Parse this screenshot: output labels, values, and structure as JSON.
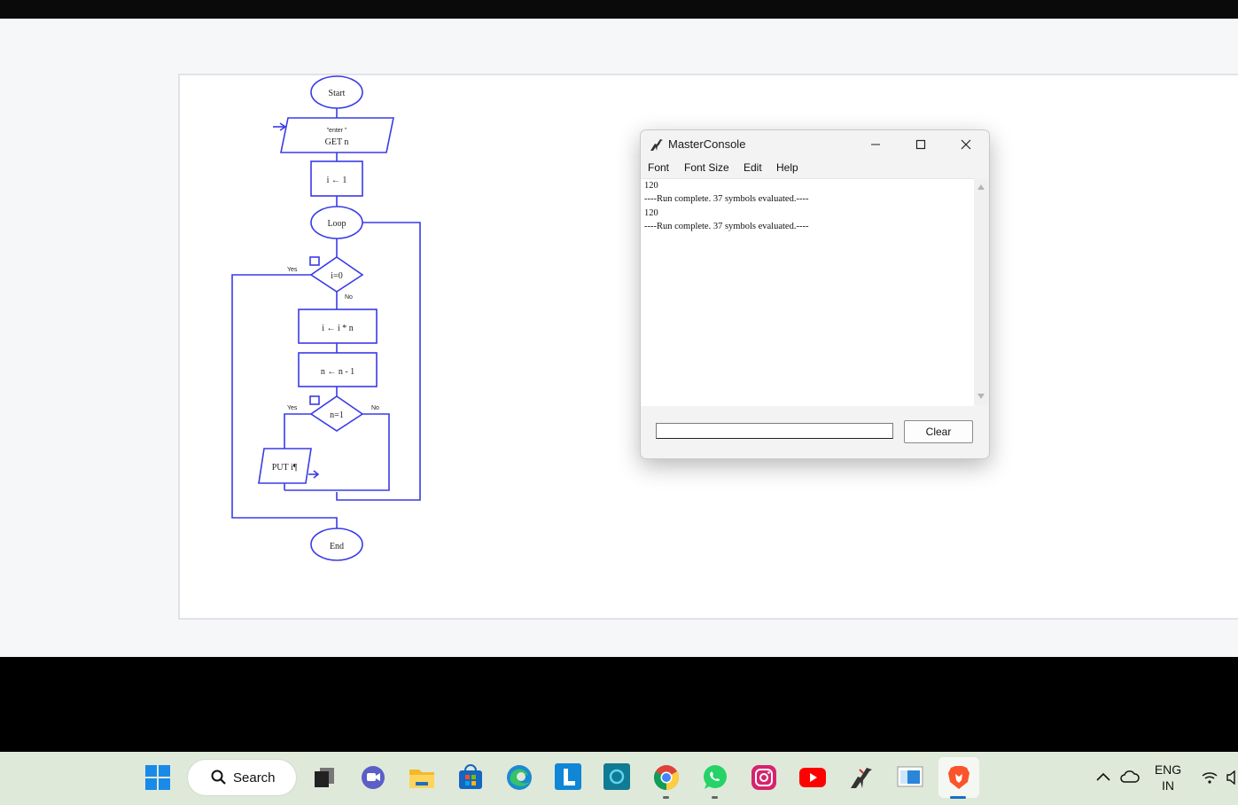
{
  "flowchart": {
    "start": "Start",
    "input_prompt": "\"enter \"",
    "input_get": "GET n",
    "init": "i ← 1",
    "loop": "Loop",
    "cond1": "i=0",
    "cond1_yes": "Yes",
    "cond1_no": "No",
    "assign1": "i ← i * n",
    "assign2": "n ← n - 1",
    "cond2": "n=1",
    "cond2_yes": "Yes",
    "cond2_no": "No",
    "output": "PUT i¶",
    "end": "End",
    "line_color": "#3a3ae8"
  },
  "console": {
    "title": "MasterConsole",
    "app_icon": "dinosaur-icon",
    "menu": [
      "Font",
      "Font Size",
      "Edit",
      "Help"
    ],
    "output_lines": [
      "120",
      "----Run complete.  37 symbols evaluated.----",
      "120",
      "----Run complete.  37 symbols evaluated.----"
    ],
    "input_value": "",
    "clear_label": "Clear"
  },
  "taskbar": {
    "search_label": "Search",
    "apps": [
      "windows-start-icon",
      "task-view-icon",
      "teams-chat-icon",
      "file-explorer-icon",
      "microsoft-store-icon",
      "edge-icon",
      "l-app-icon",
      "cortana-icon",
      "chrome-icon",
      "whatsapp-icon",
      "instagram-icon",
      "youtube-icon",
      "raptor-icon",
      "window-app-icon",
      "brave-icon"
    ],
    "language_line1": "ENG",
    "language_line2": "IN"
  }
}
